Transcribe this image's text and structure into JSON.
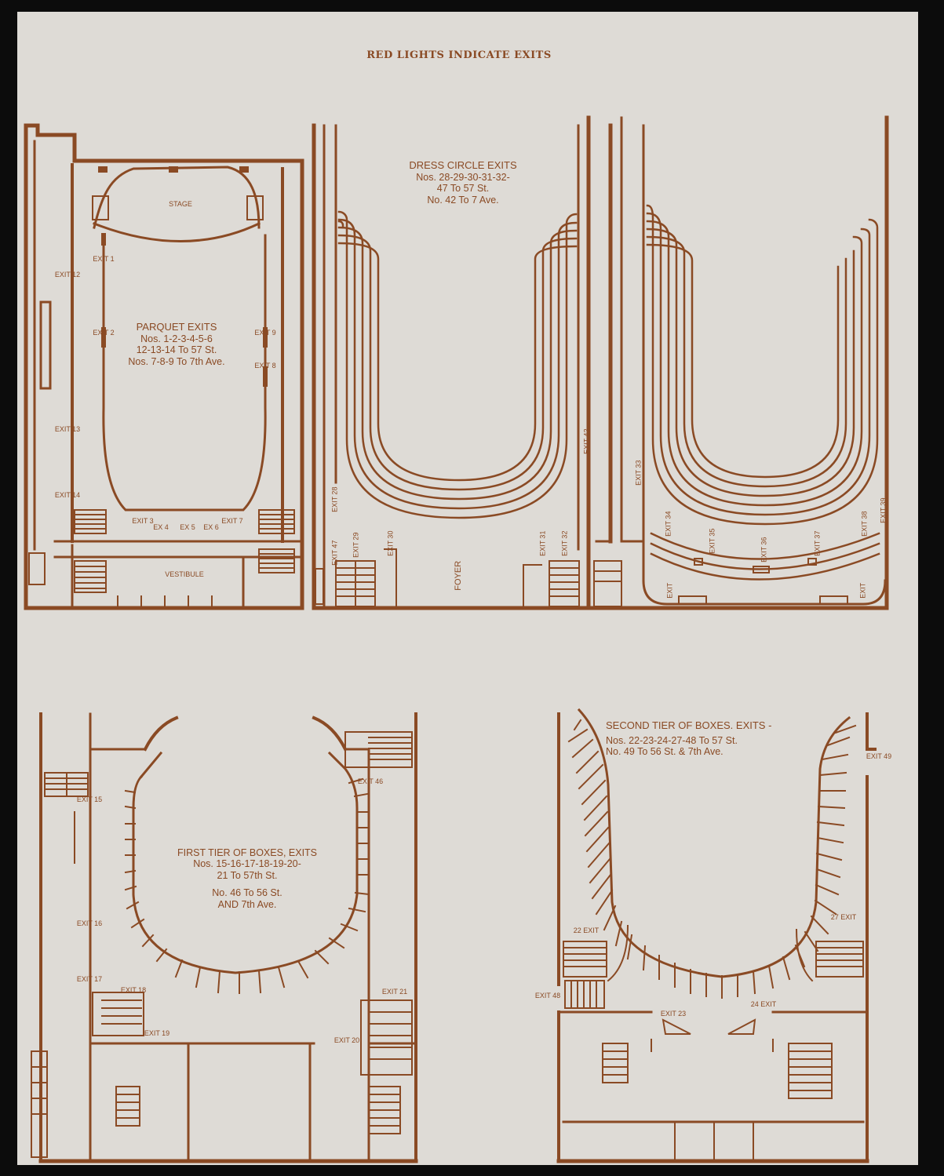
{
  "heading": "RED LIGHTS INDICATE EXITS",
  "parquet": {
    "title": "PARQUET EXITS",
    "lines": [
      "Nos. 1-2-3-4-5-6",
      "12-13-14 To 57 St.",
      "Nos. 7-8-9 To 7th Ave."
    ],
    "stage": "STAGE",
    "vestibule": "VESTIBULE",
    "exits": [
      "EXIT 1",
      "EXIT 2",
      "EXIT 12",
      "EXIT 13",
      "EXIT 14",
      "EXIT 9",
      "EXIT 8",
      "EXIT 3",
      "EX 4",
      "EX 5",
      "EX 6",
      "EXIT 7"
    ]
  },
  "dress_circle": {
    "lines": [
      "DRESS CIRCLE EXITS",
      "Nos. 28-29-30-31-32-",
      "47 To 57 St.",
      "No. 42 To 7 Ave."
    ],
    "foyer": "FOYER",
    "exits": [
      "EXIT 28",
      "EXIT 47",
      "EXIT 29",
      "EXIT 30",
      "EXIT 31",
      "EXIT 32",
      "EXIT 42"
    ]
  },
  "balcony": {
    "exits": [
      "EXIT 33",
      "EXIT 34",
      "EXIT 35",
      "EXIT 36",
      "EXIT 37",
      "EXIT 38",
      "EXIT 39",
      "EXIT",
      "EXIT"
    ]
  },
  "first_tier": {
    "lines": [
      "FIRST TIER OF BOXES, EXITS",
      "Nos. 15-16-17-18-19-20-",
      "21 To 57th St.",
      "No. 46 To 56 St.",
      "AND 7th Ave."
    ],
    "exits": [
      "EXIT 15",
      "EXIT 16",
      "EXIT 17",
      "EXIT 18",
      "EXIT 19",
      "EXIT 20",
      "EXIT 21",
      "EXIT 46"
    ]
  },
  "second_tier": {
    "lines": [
      "SECOND TIER OF BOXES. EXITS -",
      "Nos. 22-23-24-27-48 To 57 St.",
      "No. 49 To 56 St. & 7th Ave."
    ],
    "exits": [
      "22 EXIT",
      "EXIT 48",
      "EXIT 23",
      "24 EXIT",
      "27 EXIT",
      "EXIT 49"
    ]
  },
  "colors": {
    "ink": "#8a4a24",
    "paper": "#dedbd6",
    "backdrop": "#0c0c0c"
  }
}
